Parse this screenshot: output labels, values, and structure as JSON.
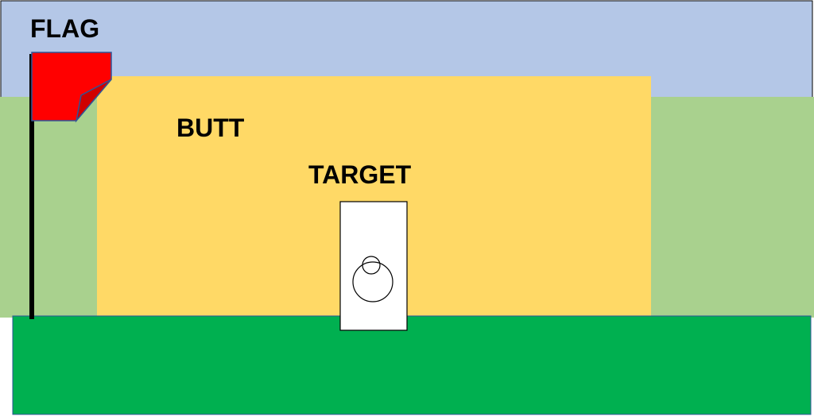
{
  "labels": {
    "flag": "FLAG",
    "butt": "BUTT",
    "target": "TARGET"
  },
  "colors": {
    "sky": "#b4c7e7",
    "field": "#a9d18e",
    "butt": "#ffd966",
    "ground": "#00b050",
    "flag": "#ff0000",
    "target_face": "#ffffff"
  }
}
